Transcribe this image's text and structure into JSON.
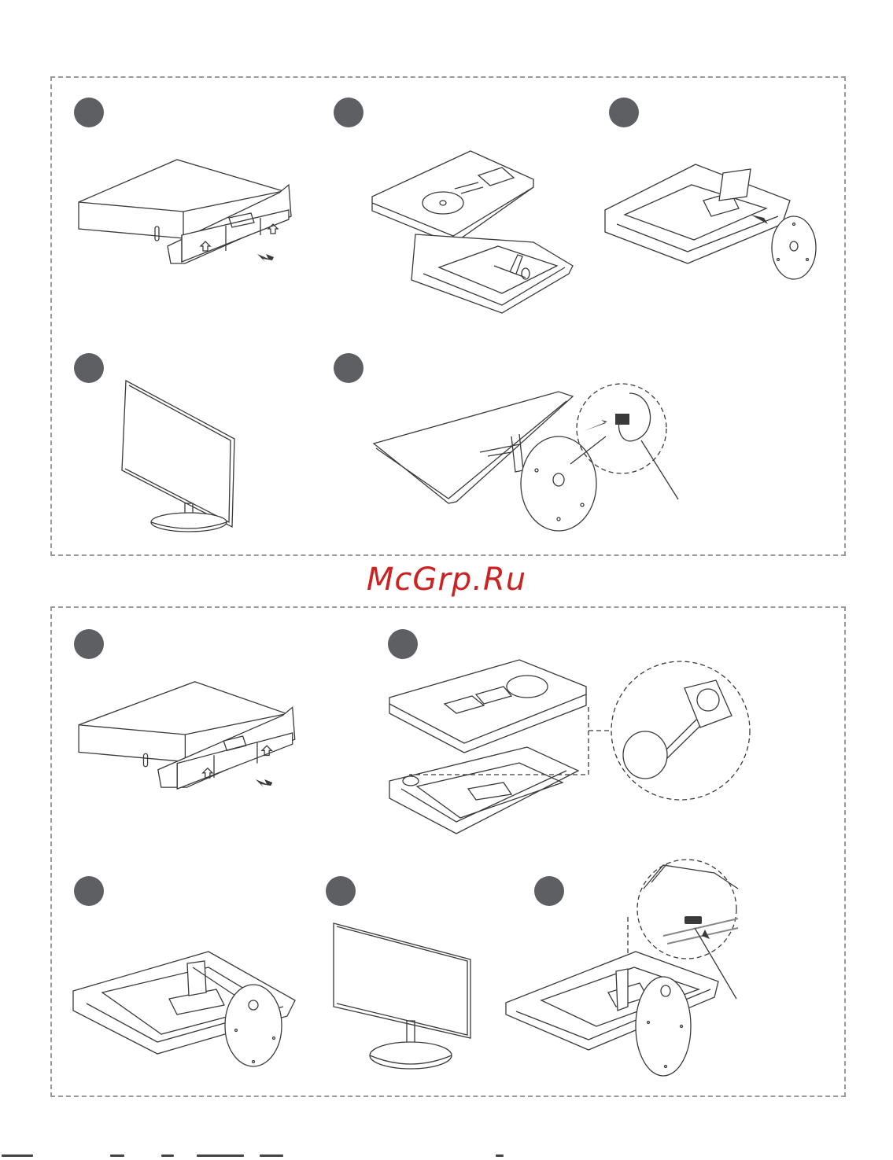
{
  "watermark": {
    "text": "McGrp.Ru",
    "color": "#cc2222"
  },
  "colors": {
    "step_dot": "#5d5f63",
    "line": "#3a3a3a",
    "dash": "#9a9a9a"
  },
  "figures": {
    "top": [
      {
        "id": "A1",
        "content": "box-sliding-out-icon"
      },
      {
        "id": "A2",
        "content": "foam-tray-opened-icon"
      },
      {
        "id": "A3",
        "content": "stand-base-attach-icon"
      },
      {
        "id": "A4",
        "content": "monitor-front-icon"
      },
      {
        "id": "A5",
        "content": "stand-screw-detail-icon"
      }
    ],
    "bottom": [
      {
        "id": "B1",
        "content": "box-sliding-out-icon"
      },
      {
        "id": "B2",
        "content": "foam-tray-stand-detail-icon"
      },
      {
        "id": "B3",
        "content": "stand-base-attach-icon"
      },
      {
        "id": "B4",
        "content": "monitor-front-icon"
      },
      {
        "id": "B5",
        "content": "cable-clip-detail-icon"
      }
    ]
  }
}
